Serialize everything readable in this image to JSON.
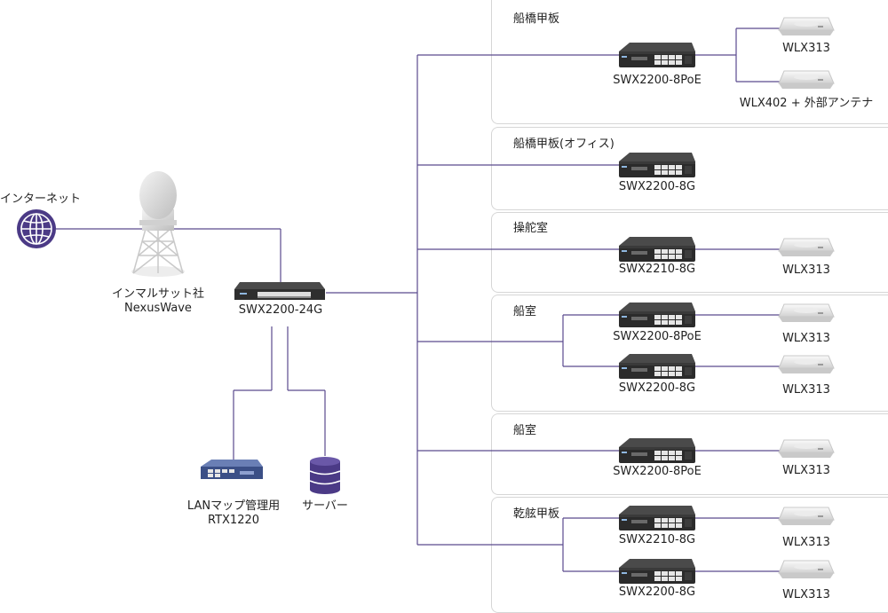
{
  "colors": {
    "line": "#5a4a8e",
    "accent": "#4b3a86",
    "panel_border": "#d6d6d6",
    "switch_body": "#2b2b2b",
    "router_body": "#3b4f86"
  },
  "internet": {
    "label": "インターネット",
    "icon": "globe-icon"
  },
  "satellite": {
    "label_line1": "インマルサット社",
    "label_line2": "NexusWave",
    "icon": "satellite-dome-icon"
  },
  "core_switch": {
    "label": "SWX2200-24G"
  },
  "router": {
    "label_line1": "LANマップ管理用",
    "label_line2": "RTX1220"
  },
  "server": {
    "label": "サーバー",
    "icon": "database-icon"
  },
  "zones": [
    {
      "title": "船橋甲板",
      "switches": [
        {
          "label": "SWX2200-8PoE",
          "aps": [
            "WLX313",
            "WLX402 + 外部アンテナ"
          ]
        }
      ]
    },
    {
      "title": "船橋甲板(オフィス)",
      "switches": [
        {
          "label": "SWX2200-8G",
          "aps": []
        }
      ]
    },
    {
      "title": "操舵室",
      "switches": [
        {
          "label": "SWX2210-8G",
          "aps": [
            "WLX313"
          ]
        }
      ]
    },
    {
      "title": "船室",
      "switches": [
        {
          "label": "SWX2200-8PoE",
          "aps": [
            "WLX313"
          ]
        },
        {
          "label": "SWX2200-8G",
          "aps": [
            "WLX313"
          ]
        }
      ]
    },
    {
      "title": "船室",
      "switches": [
        {
          "label": "SWX2200-8PoE",
          "aps": [
            "WLX313"
          ]
        }
      ]
    },
    {
      "title": "乾舷甲板",
      "switches": [
        {
          "label": "SWX2210-8G",
          "aps": [
            "WLX313"
          ]
        },
        {
          "label": "SWX2200-8G",
          "aps": [
            "WLX313"
          ]
        }
      ]
    }
  ]
}
